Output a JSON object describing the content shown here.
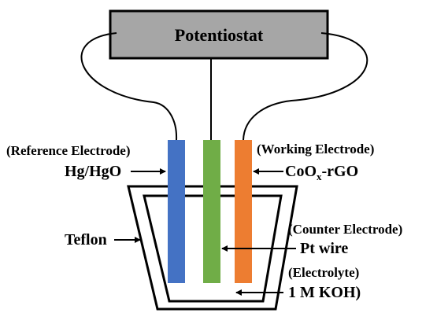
{
  "device": {
    "label": "Potentiostat"
  },
  "electrodes": {
    "reference": {
      "role": "(Reference Electrode)",
      "material": "Hg/HgO",
      "color": "#4472c4"
    },
    "counter": {
      "role": "(Counter Electrode)",
      "material": "Pt wire",
      "color": "#70ad47"
    },
    "working": {
      "role": "(Working Electrode)",
      "material_main": "CoO",
      "material_sub": "x",
      "material_tail": "-rGO",
      "color": "#ed7d31"
    }
  },
  "cell": {
    "label": "Teflon"
  },
  "electrolyte": {
    "role": "(Electrolyte)",
    "name": "1 M KOH)"
  },
  "colors": {
    "potentiostat_fill": "#a6a6a6",
    "outline": "#000000"
  }
}
